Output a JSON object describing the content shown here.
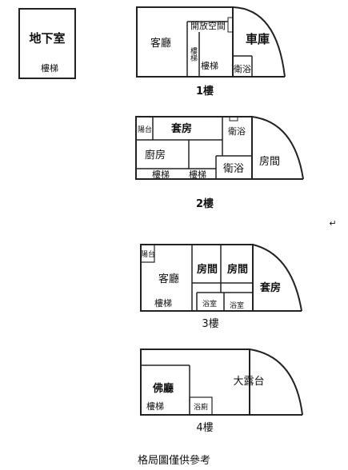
{
  "basement": {
    "title": "地下室",
    "stairs": "樓梯"
  },
  "floor1": {
    "living": "客廳",
    "open_space": "開放空間",
    "stairs_vertical": "樓梯",
    "stairs": "樓梯",
    "garage": "車庫",
    "bath": "衛浴",
    "label": "1樓"
  },
  "floor2": {
    "balcony": "陽台",
    "suite": "套房",
    "bath_top": "衛浴",
    "kitchen": "廚房",
    "bath_bottom": "衛浴",
    "room": "房間",
    "stairs_left": "樓梯",
    "stairs_right": "樓梯",
    "label": "2樓"
  },
  "floor3": {
    "balcony": "陽台",
    "living": "客廳",
    "room_a": "房間",
    "room_b": "房間",
    "suite": "套房",
    "stairs": "樓梯",
    "bath_a": "浴室",
    "bath_b": "浴室",
    "label": "3樓"
  },
  "floor4": {
    "shrine": "佛廳",
    "terrace": "大露台",
    "stairs": "樓梯",
    "bath": "浴廁",
    "label": "4樓"
  },
  "caption": "格局圖僅供參考",
  "return_mark": "↵"
}
